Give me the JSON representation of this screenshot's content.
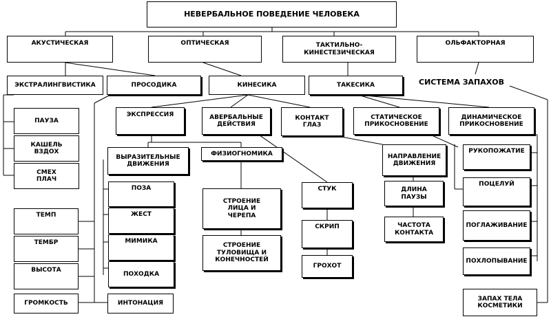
{
  "diagram": {
    "root": "НЕВЕРБАЛЬНОЕ ПОВЕДЕНИЕ ЧЕЛОВЕКА",
    "categories": {
      "acoustic": "АКУСТИЧЕСКАЯ",
      "optical": "ОПТИЧЕСКАЯ",
      "tactile": "ТАКТИЛЬНО-\nКИНЕСТЕЗИЧЕСКАЯ",
      "olfactory": "ОЛЬФАКТОРНАЯ"
    },
    "subsystems": {
      "extralinguistics": "ЭКСТРАЛИНГВИСТИКА",
      "prosody": "ПРОСОДИКА",
      "kinesics": "КИНЕСИКА",
      "takesics": "ТАКЕСИКА",
      "smell_system": "СИСТЕМА ЗАПАХОВ"
    },
    "extralinguistics_items": [
      "ПАУЗА",
      "КАШЕЛЬ\nВЗДОХ",
      "СМЕХ\nПЛАЧ"
    ],
    "prosody_items": [
      "ТЕМП",
      "ТЕМБР",
      "ВЫСОТА",
      "ГРОМКОСТЬ",
      "ИНТОНАЦИЯ"
    ],
    "kinesics": {
      "expression": "ЭКСПРЕССИЯ",
      "expressive_movements": "ВЫРАЗИТЕЛЬНЫЕ\nДВИЖЕНИЯ",
      "expressive_items": [
        "ПОЗА",
        "ЖЕСТ",
        "МИМИКА",
        "ПОХОДКА"
      ],
      "physiognomy": "ФИЗИОГНОМИКА",
      "physiognomy_items": [
        "СТРОЕНИЕ\nЛИЦА И\nЧЕРЕПА",
        "СТРОЕНИЕ\nТУЛОВИЩА И\nКОНЕЧНОСТЕЙ"
      ],
      "averbal_actions": "АВЕРБАЛЬНЫЕ\nДЕЙСТВИЯ",
      "averbal_items": [
        "СТУК",
        "СКРИП",
        "ГРОХОТ"
      ],
      "eye_contact": "КОНТАКТ\nГЛАЗ",
      "gaze_direction": "НАПРАВЛЕНИЕ\nДВИЖЕНИЯ",
      "gaze_items": [
        "ДЛИНА\nПАУЗЫ",
        "ЧАСТОТА\nКОНТАКТА"
      ]
    },
    "takesics": {
      "static_touch": "СТАТИЧЕСКОЕ\nПРИКОСНОВЕНИЕ",
      "dynamic_touch": "ДИНАМИЧЕСКОЕ\nПРИКОСНОВЕНИЕ",
      "dynamic_items": [
        "РУКОПОЖАТИЕ",
        "ПОЦЕЛУЙ",
        "ПОГЛАЖИВАНИЕ",
        "ПОХЛОПЫВАНИЕ"
      ]
    },
    "smell_items": [
      "ЗАПАХ ТЕЛА\nКОСМЕТИКИ"
    ]
  }
}
